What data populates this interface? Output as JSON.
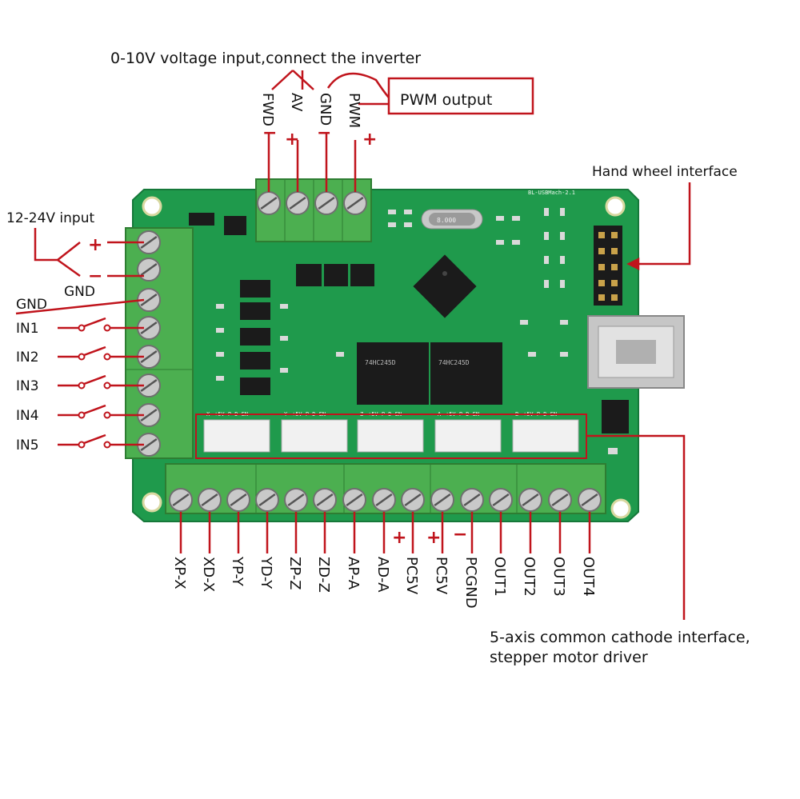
{
  "colors": {
    "accent_line": "#c0141c",
    "pcb": "#1f9a4c",
    "terminal": "#4caf50",
    "terminal_dark": "#2e7d32",
    "chip": "#1b1b1b",
    "connector": "#f1f1f1"
  },
  "labels": {
    "top_voltage": "0-10V voltage input,connect the inverter",
    "pwm_output": "PWM output",
    "hand_wheel": "Hand wheel interface",
    "power_input": "12-24V input",
    "power_gnd": "GND",
    "five_axis_line1": "5-axis common cathode interface,",
    "five_axis_line2": "stepper motor driver"
  },
  "top_pins": [
    "FWD",
    "AV",
    "GND",
    "PWM"
  ],
  "left_pins": [
    "GND",
    "IN1",
    "IN2",
    "IN3",
    "IN4",
    "IN5"
  ],
  "bottom_pins": [
    "XP-X",
    "XD-X",
    "YP-Y",
    "YD-Y",
    "ZP-Z",
    "ZD-Z",
    "AP-A",
    "AD-A",
    "PC5V",
    "PC5V",
    "PCGND",
    "OUT1",
    "OUT2",
    "OUT3",
    "OUT4"
  ],
  "signs": {
    "minus": "−",
    "plus": "+"
  },
  "board": {
    "model": "BL-USBMach-2.1",
    "crystal": "8.000",
    "driver_chip_1": "74HC245D",
    "driver_chip_2": "74HC245D",
    "connector_axes": [
      "X",
      "Y",
      "Z",
      "A",
      "B"
    ],
    "connector_pins": "+5V  P  D  EN"
  }
}
